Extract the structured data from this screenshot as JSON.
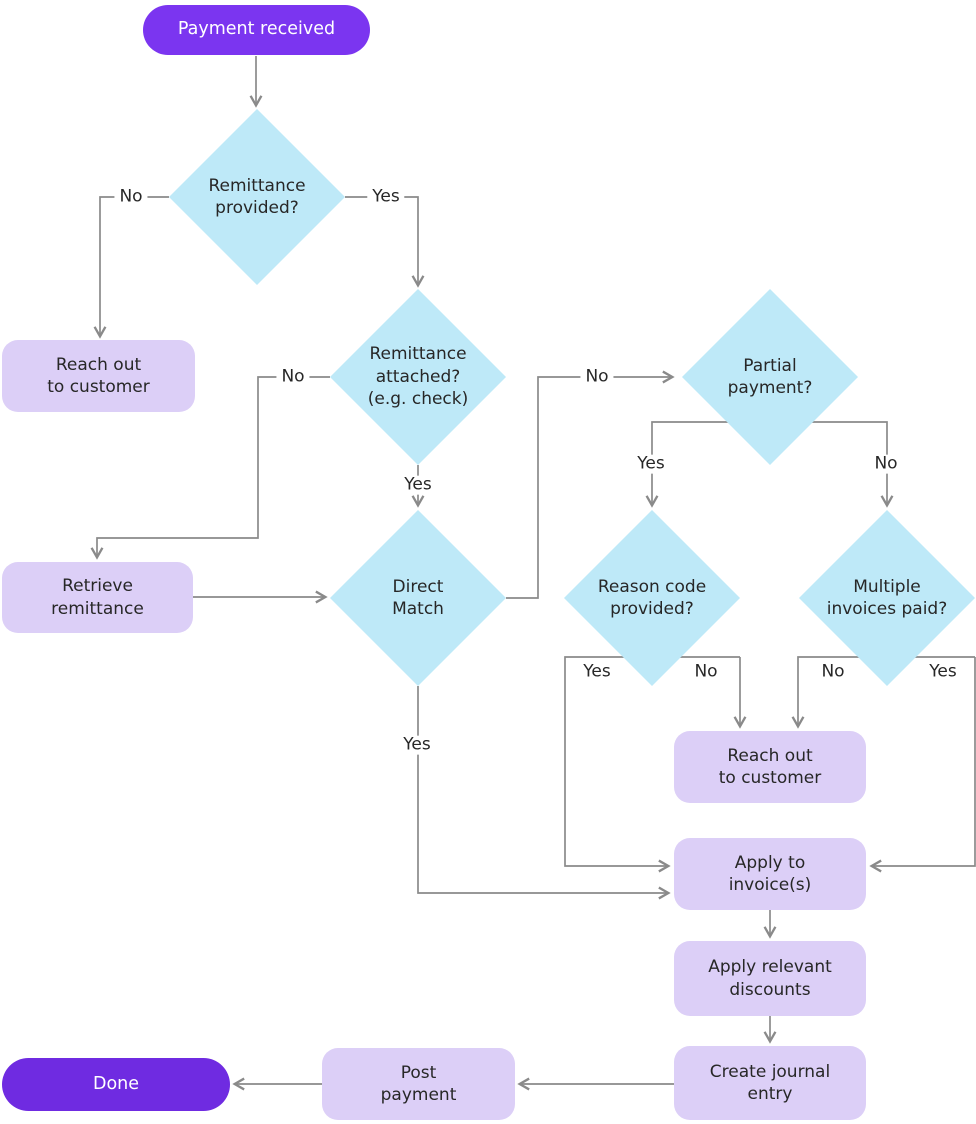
{
  "colors": {
    "start": "#7b35f0",
    "done": "#6f2be1",
    "decision": "#bee9f8",
    "process": "#dccff7",
    "line": "#8a8a8a",
    "text": "#272727"
  },
  "nodes": {
    "start": "Payment received",
    "remittance_provided": "Remittance\nprovided?",
    "reach_out_1": "Reach out\nto customer",
    "remittance_attached": "Remittance\nattached?\n(e.g. check)",
    "partial_payment": "Partial\npayment?",
    "retrieve_remittance": "Retrieve\nremittance",
    "direct_match": "Direct\nMatch",
    "reason_code": "Reason code\nprovided?",
    "multiple_invoices": "Multiple\ninvoices paid?",
    "reach_out_2": "Reach out\nto customer",
    "apply_invoices": "Apply to\ninvoice(s)",
    "apply_discounts": "Apply relevant\ndiscounts",
    "create_journal": "Create journal\nentry",
    "post_payment": "Post\npayment",
    "done": "Done"
  },
  "edge_labels": {
    "d1_no": "No",
    "d1_yes": "Yes",
    "d2_no": "No",
    "d2_yes": "Yes",
    "d3_no": "No",
    "d3_yes": "Yes",
    "d4_yes": "Yes",
    "d4_no": "No",
    "d5_yes": "Yes",
    "d5_no": "No",
    "d6_no": "No",
    "d6_yes": "Yes"
  }
}
